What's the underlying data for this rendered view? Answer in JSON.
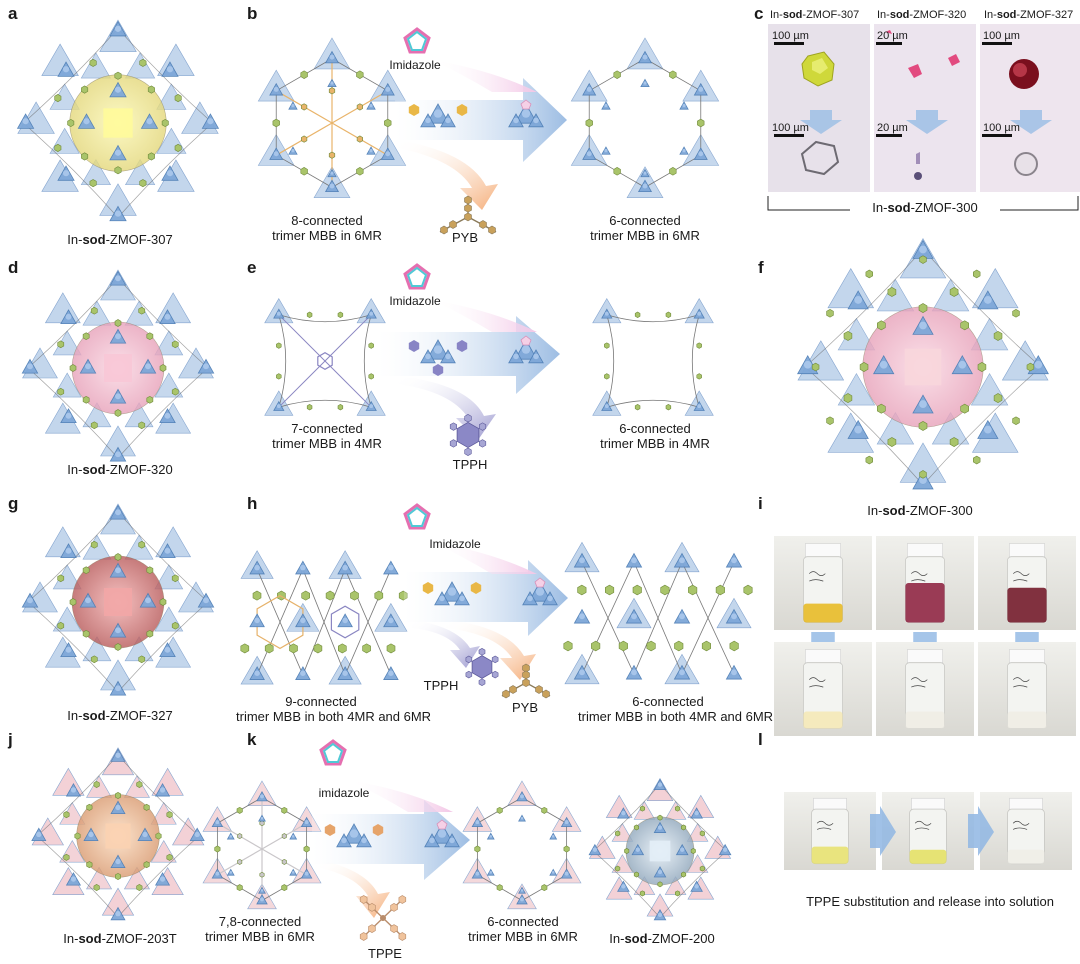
{
  "panels": {
    "a": {
      "label": "a",
      "prefix": "In-",
      "bold": "sod",
      "suffix": "-ZMOF-307"
    },
    "b": {
      "label": "b",
      "reagent": "Imidazole",
      "left_caption_l1": "8-connected",
      "left_caption_l2": "trimer MBB in 6MR",
      "released": "PYB",
      "right_caption_l1": "6-connected",
      "right_caption_l2": "trimer MBB in 6MR"
    },
    "c": {
      "label": "c",
      "headers": [
        {
          "prefix": "In-",
          "bold": "sod",
          "suffix": "-ZMOF-307"
        },
        {
          "prefix": "In-",
          "bold": "sod",
          "suffix": "-ZMOF-320"
        },
        {
          "prefix": "In-",
          "bold": "sod",
          "suffix": "-ZMOF-327"
        }
      ],
      "scalebars": [
        "100 µm",
        "20 µm",
        "100 µm",
        "100 µm",
        "20 µm",
        "100 µm"
      ],
      "bottom": {
        "prefix": "In-",
        "bold": "sod",
        "suffix": "-ZMOF-300"
      }
    },
    "d": {
      "label": "d",
      "prefix": "In-",
      "bold": "sod",
      "suffix": "-ZMOF-320"
    },
    "e": {
      "label": "e",
      "reagent": "Imidazole",
      "left_caption_l1": "7-connected",
      "left_caption_l2": "trimer MBB in 4MR",
      "released": "TPPH",
      "right_caption_l1": "6-connected",
      "right_caption_l2": "trimer MBB in 4MR"
    },
    "f": {
      "label": "f",
      "prefix": "In-",
      "bold": "sod",
      "suffix": "-ZMOF-300"
    },
    "g": {
      "label": "g",
      "prefix": "In-",
      "bold": "sod",
      "suffix": "-ZMOF-327"
    },
    "h": {
      "label": "h",
      "reagent": "Imidazole",
      "left_caption_l1": "9-connected",
      "left_caption_l2": "trimer MBB in both 4MR and 6MR",
      "released1": "TPPH",
      "released2": "PYB",
      "right_caption_l1": "6-connected",
      "right_caption_l2": "trimer MBB in both 4MR and 6MR"
    },
    "i": {
      "label": "i"
    },
    "j": {
      "label": "j",
      "prefix": "In-",
      "bold": "sod",
      "suffix": "-ZMOF-203T"
    },
    "k": {
      "label": "k",
      "reagent": "imidazole",
      "left_caption_l1": "7,8-connected",
      "left_caption_l2": "trimer MBB in 6MR",
      "released": "TPPE",
      "mid_caption_l1": "6-connected",
      "mid_caption_l2": "trimer MBB in 6MR",
      "product": {
        "prefix": "In-",
        "bold": "sod",
        "suffix": "-ZMOF-200"
      }
    },
    "l": {
      "label": "l",
      "caption": "TPPE substitution and release into solution"
    }
  },
  "colors": {
    "node_blue": "#7ea7d8",
    "ring_blue": "#b9cfe9",
    "linker_green": "#a9c46a",
    "yellow_cage": "#f2ec8a",
    "pink_cage": "#f0b8c8",
    "red_cage": "#d77a7a",
    "orange_cage": "#f0c39c",
    "silver_cage": "#b4c6d6",
    "arrow_blue": "#a8c3e4",
    "arrow_orange": "#f5b483",
    "arrow_purple": "#a7a6d4",
    "imidazole_pink": "#e56fb0",
    "imidazole_cyan": "#4fc9d6"
  }
}
